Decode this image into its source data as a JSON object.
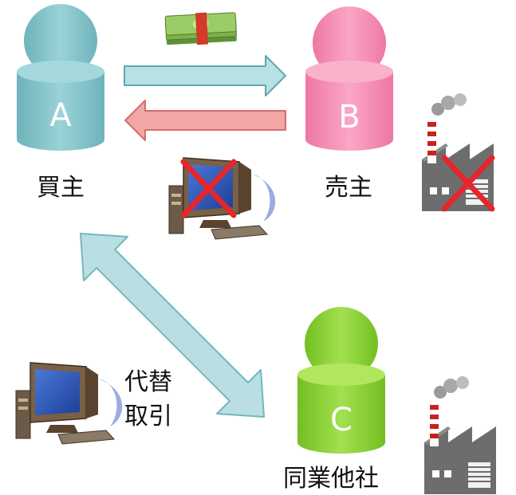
{
  "persons": {
    "a": {
      "letter": "A",
      "label": "買主",
      "color": "#8cc6cc"
    },
    "b": {
      "letter": "B",
      "label": "売主",
      "color": "#f58fb4"
    },
    "c": {
      "letter": "C",
      "label": "同業他社",
      "color": "#8ed43a"
    }
  },
  "alternative_trade": {
    "line1": "代替",
    "line2": "取引"
  },
  "colors": {
    "arrow_payment": "#b7e1e4",
    "arrow_goods": "#f2a6a6",
    "arrow_alternative": "#b9dfe2",
    "cross": "#e5262c",
    "money_band": "#d23a2a",
    "money_bills": "#7fb04a",
    "factory": "#6d6d6d"
  },
  "icons": [
    "money-bundle-icon",
    "computer-icon",
    "factory-icon",
    "cross-mark-icon"
  ]
}
